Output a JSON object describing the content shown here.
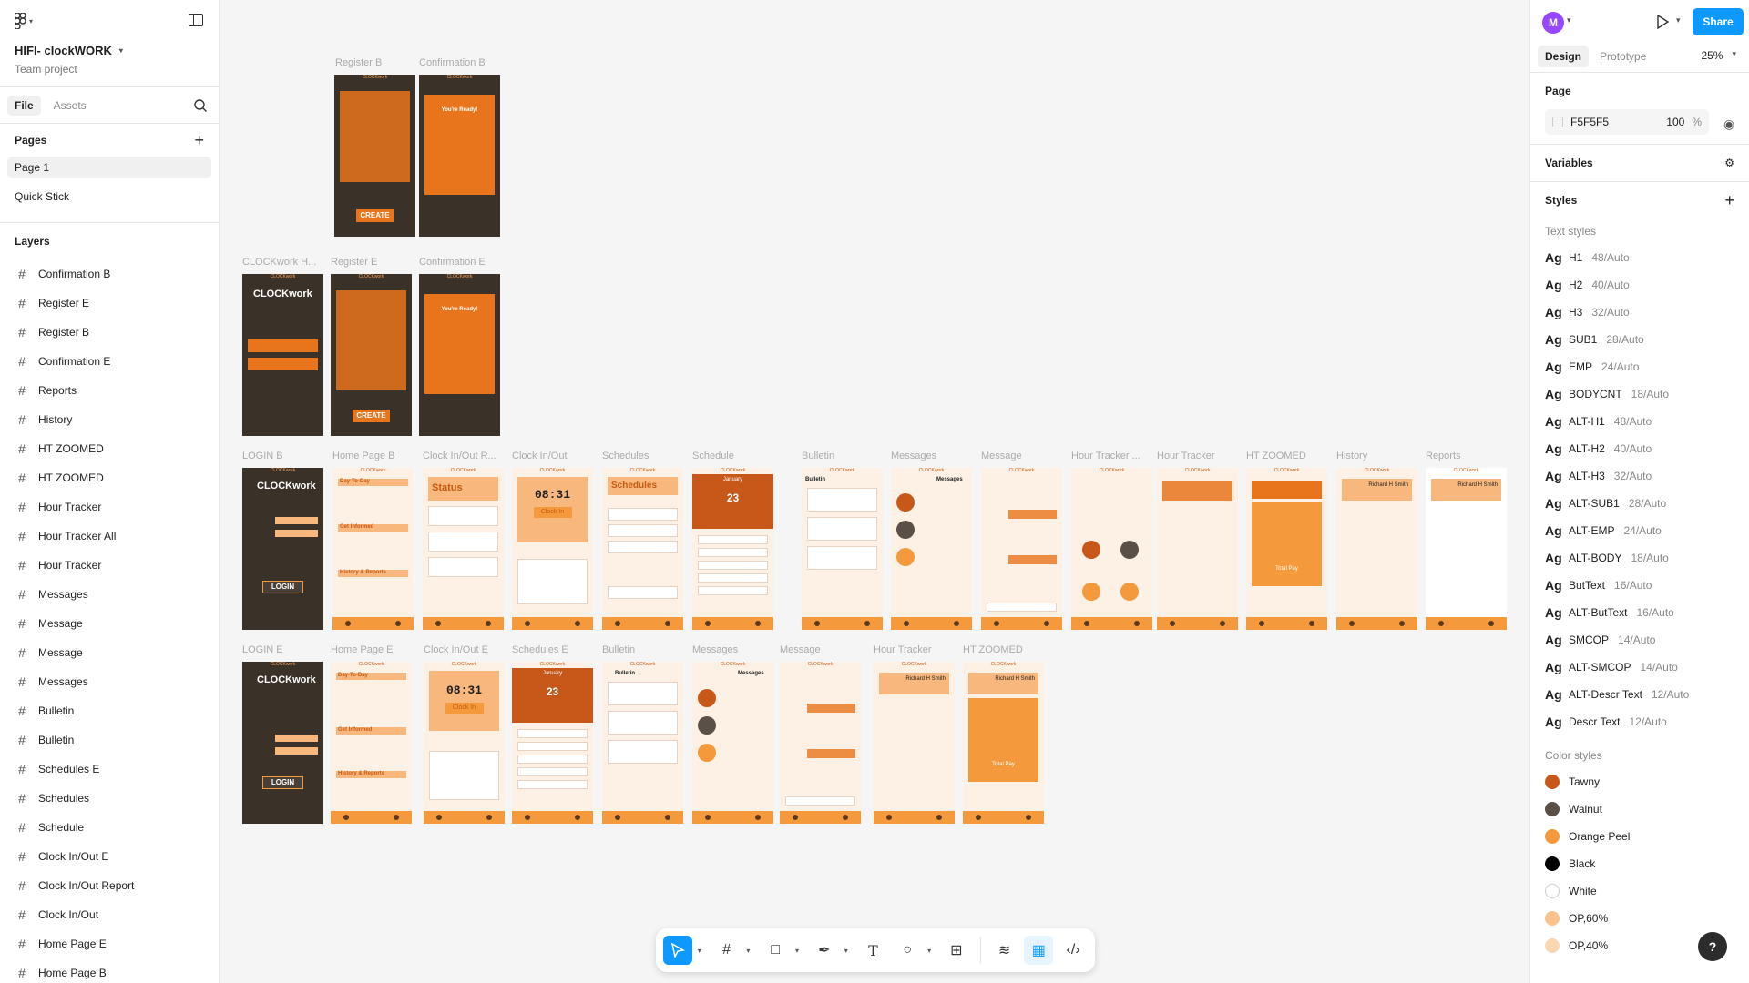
{
  "file": {
    "name": "HIFI- clockWORK",
    "team": "Team project"
  },
  "left_tabs": [
    "File",
    "Assets"
  ],
  "pages_title": "Pages",
  "pages": [
    "Page 1",
    "Quick Stick"
  ],
  "layers_title": "Layers",
  "layers": [
    "Confirmation B",
    "Register E",
    "Register B",
    "Confirmation E",
    "Reports",
    "History",
    "HT ZOOMED",
    "HT ZOOMED",
    "Hour Tracker",
    "Hour Tracker All",
    "Hour Tracker",
    "Messages",
    "Message",
    "Message",
    "Messages",
    "Bulletin",
    "Bulletin",
    "Schedules E",
    "Schedules",
    "Schedule",
    "Clock In/Out E",
    "Clock In/Out Report",
    "Clock In/Out",
    "Home Page E",
    "Home Page B"
  ],
  "right": {
    "avatar": "M",
    "share": "Share",
    "tabs": [
      "Design",
      "Prototype"
    ],
    "zoom": "25%",
    "page_title": "Page",
    "page_color": "F5F5F5",
    "page_opacity": "100",
    "page_opacity_unit": "%",
    "variables_title": "Variables",
    "styles_title": "Styles",
    "text_styles_title": "Text styles",
    "text_styles": [
      {
        "name": "H1",
        "meta": "48/Auto"
      },
      {
        "name": "H2",
        "meta": "40/Auto"
      },
      {
        "name": "H3",
        "meta": "32/Auto"
      },
      {
        "name": "SUB1",
        "meta": "28/Auto"
      },
      {
        "name": "EMP",
        "meta": "24/Auto"
      },
      {
        "name": "BODYCNT",
        "meta": "18/Auto"
      },
      {
        "name": "ALT-H1",
        "meta": "48/Auto"
      },
      {
        "name": "ALT-H2",
        "meta": "40/Auto"
      },
      {
        "name": "ALT-H3",
        "meta": "32/Auto"
      },
      {
        "name": "ALT-SUB1",
        "meta": "28/Auto"
      },
      {
        "name": "ALT-EMP",
        "meta": "24/Auto"
      },
      {
        "name": "ALT-BODY",
        "meta": "18/Auto"
      },
      {
        "name": "ButText",
        "meta": "16/Auto"
      },
      {
        "name": "ALT-ButText",
        "meta": "16/Auto"
      },
      {
        "name": "SMCOP",
        "meta": "14/Auto"
      },
      {
        "name": "ALT-SMCOP",
        "meta": "14/Auto"
      },
      {
        "name": "ALT-Descr Text",
        "meta": "12/Auto"
      },
      {
        "name": "Descr Text",
        "meta": "12/Auto"
      }
    ],
    "color_styles_title": "Color styles",
    "color_styles": [
      {
        "name": "Tawny",
        "color": "#c8581a"
      },
      {
        "name": "Walnut",
        "color": "#5b5048"
      },
      {
        "name": "Orange Peel",
        "color": "#f49a3c"
      },
      {
        "name": "Black",
        "color": "#000000"
      },
      {
        "name": "White",
        "color": "#ffffff"
      },
      {
        "name": "OP,60%",
        "color": "#f8c28a"
      },
      {
        "name": "OP,40%",
        "color": "#fbd7b1"
      }
    ]
  },
  "help": "?",
  "canvas_labels": {
    "register_b": "Register B",
    "confirmation_b": "Confirmation B",
    "clockwork_h": "CLOCKwork H...",
    "register_e": "Register E",
    "confirmation_e": "Confirmation E",
    "login_b": "LOGIN B",
    "home_page_b": "Home Page B",
    "clock_report": "Clock In/Out R...",
    "clock_inout": "Clock In/Out",
    "schedules": "Schedules",
    "schedule": "Schedule",
    "bulletin": "Bulletin",
    "messages": "Messages",
    "message": "Message",
    "hour_tracker_all": "Hour Tracker ...",
    "hour_tracker": "Hour Tracker",
    "ht_zoomed": "HT ZOOMED",
    "history": "History",
    "reports": "Reports",
    "login_e": "LOGIN E",
    "home_page_e": "Home Page E",
    "clock_inout_e": "Clock In/Out E",
    "schedules_e": "Schedules E",
    "bulletin_2": "Bulletin",
    "messages_2": "Messages",
    "message_2": "Message",
    "hour_tracker_2": "Hour Tracker",
    "ht_zoomed_2": "HT ZOOMED"
  },
  "frame_text": {
    "brand": "CLOCKwork",
    "create": "CREATE",
    "ready": "You're Ready!",
    "login": "LOGIN",
    "status": "Status",
    "time": "08:31",
    "clock_in": "Clock In",
    "schedules_title": "Schedules",
    "day_to_day": "Day-To-Day",
    "get_informed": "Get Informed",
    "history_reports": "History & Reports",
    "january": "January",
    "date": "23",
    "bulletin_tab": "Bulletin",
    "messages_tab": "Messages",
    "richard": "Richard H Smith",
    "total_pay": "Total Pay"
  }
}
